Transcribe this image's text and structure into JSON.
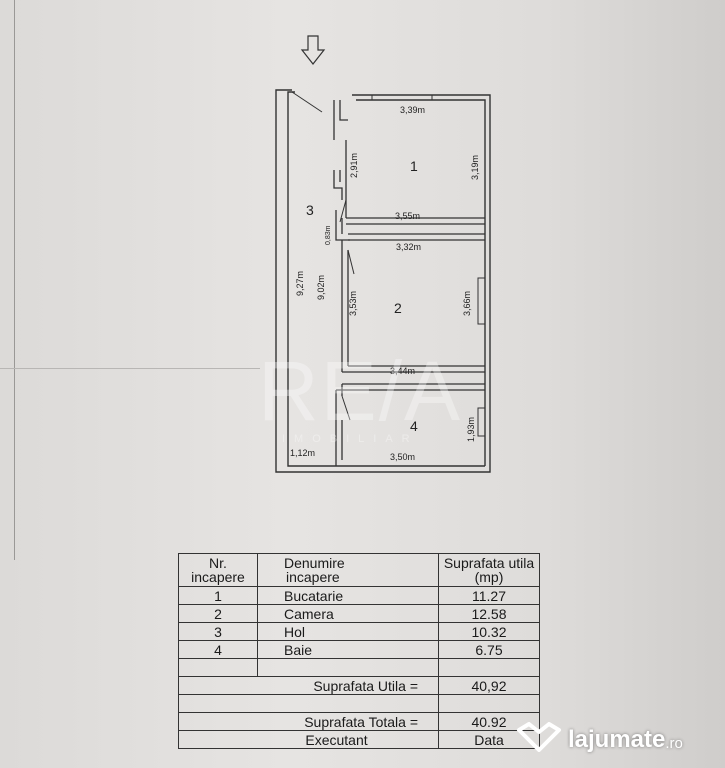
{
  "plan": {
    "dimensions": {
      "r1_top": "3,39m",
      "r1_right": "3,19m",
      "r1_bottom": "3,55m",
      "r1_left": "2,91m",
      "passage": "0,83m",
      "r2_top": "3,32m",
      "r2_right": "3,66m",
      "r2_left": "3,53m",
      "r2_bottom": "3,44m",
      "hall_outer": "9,27m",
      "hall_inner": "9,02m",
      "r4_right": "1,93m",
      "r4_bottom": "3,50m",
      "hall_bottom": "1,12m"
    },
    "room_numbers": [
      "1",
      "2",
      "3",
      "4"
    ],
    "watermark_main": "RE/A",
    "watermark_sub": "IMOBILIAR"
  },
  "table": {
    "headers": {
      "nr_line1": "Nr.",
      "nr_line2": "incapere",
      "name_line1": "Denumire",
      "name_line2": "incapere",
      "area_line1": "Suprafata utila",
      "area_line2": "(mp)"
    },
    "rows": [
      {
        "nr": "1",
        "name": "Bucatarie",
        "area": "11.27"
      },
      {
        "nr": "2",
        "name": "Camera",
        "area": "12.58"
      },
      {
        "nr": "3",
        "name": "Hol",
        "area": "10.32"
      },
      {
        "nr": "4",
        "name": "Baie",
        "area": "6.75"
      }
    ],
    "useful_label": "Suprafata Utila =",
    "useful_value": "40,92",
    "total_label": "Suprafata Totala =",
    "total_value": "40.92",
    "executant_label": "Executant",
    "date_label": "Data"
  },
  "logo": {
    "text": "lajumate",
    "tld": ".ro"
  }
}
